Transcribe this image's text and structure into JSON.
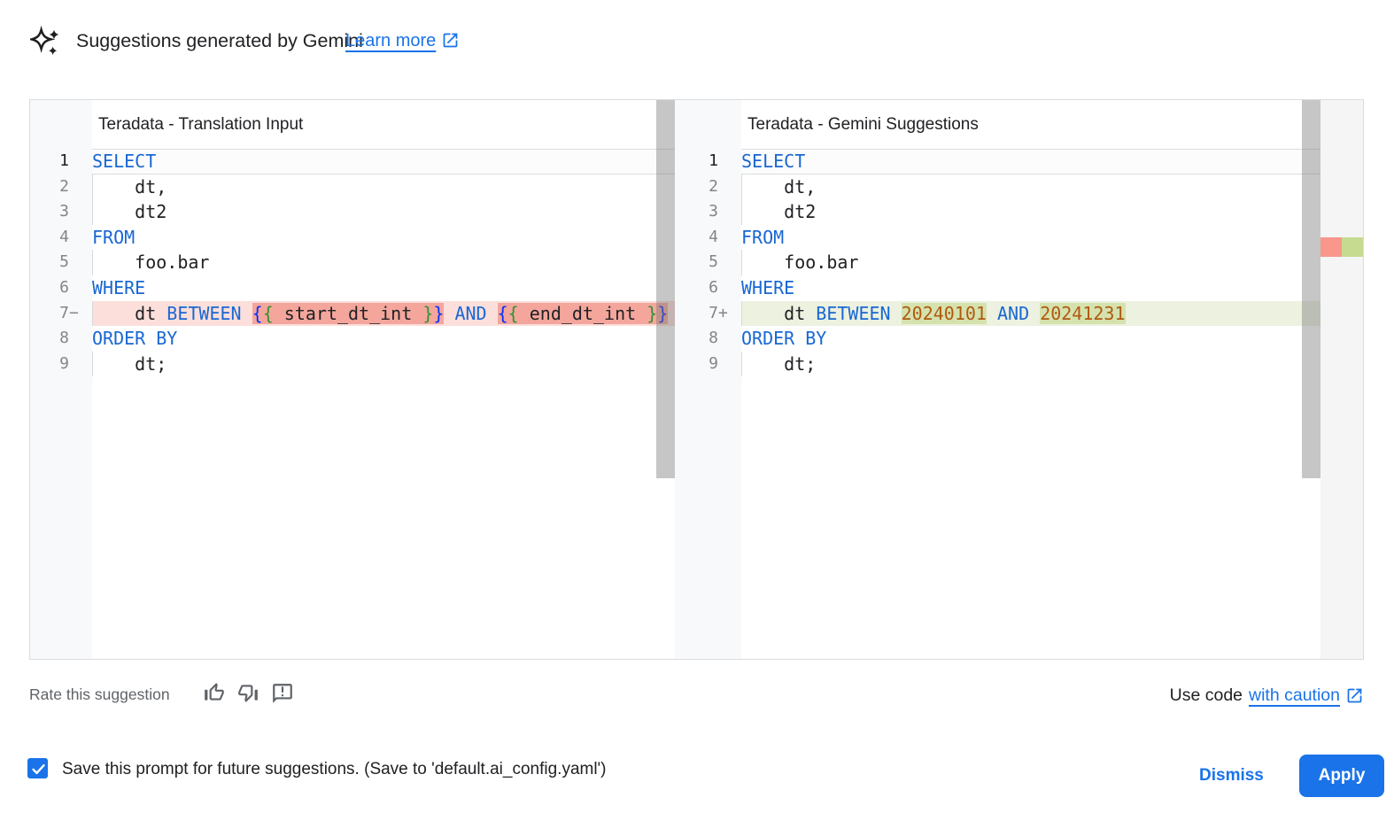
{
  "header": {
    "title": "Suggestions generated by Gemini",
    "learn_more_label": "Learn more"
  },
  "diff": {
    "left": {
      "title": "Teradata - Translation Input",
      "lines": [
        {
          "n": "1",
          "sign": "",
          "kind": "current",
          "tokens": [
            {
              "t": "SELECT",
              "c": "kw"
            }
          ]
        },
        {
          "n": "2",
          "sign": "",
          "indent": true,
          "tokens": [
            {
              "t": "    dt,",
              "c": "tx"
            }
          ]
        },
        {
          "n": "3",
          "sign": "",
          "indent": true,
          "tokens": [
            {
              "t": "    dt2",
              "c": "tx"
            }
          ]
        },
        {
          "n": "4",
          "sign": "",
          "tokens": [
            {
              "t": "FROM",
              "c": "kw"
            }
          ]
        },
        {
          "n": "5",
          "sign": "",
          "indent": true,
          "tokens": [
            {
              "t": "    foo.bar",
              "c": "tx"
            }
          ]
        },
        {
          "n": "6",
          "sign": "",
          "tokens": [
            {
              "t": "WHERE",
              "c": "kw"
            }
          ]
        },
        {
          "n": "7",
          "sign": "−",
          "kind": "removed",
          "indent": true,
          "tokens": [
            {
              "t": "    dt ",
              "c": "tx"
            },
            {
              "t": "BETWEEN",
              "c": "kw"
            },
            {
              "t": " ",
              "c": "tx"
            },
            {
              "t": "{",
              "c": "b1",
              "h": true
            },
            {
              "t": "{",
              "c": "b2",
              "h": true
            },
            {
              "t": " start_dt_int ",
              "c": "tx",
              "h": true
            },
            {
              "t": "}",
              "c": "b2",
              "h": true
            },
            {
              "t": "}",
              "c": "b1",
              "h": true
            },
            {
              "t": " ",
              "c": "tx"
            },
            {
              "t": "AND",
              "c": "kw"
            },
            {
              "t": " ",
              "c": "tx"
            },
            {
              "t": "{",
              "c": "b1",
              "h": true
            },
            {
              "t": "{",
              "c": "b2",
              "h": true
            },
            {
              "t": " end_dt_int ",
              "c": "tx",
              "h": true
            },
            {
              "t": "}",
              "c": "b2",
              "h": true
            },
            {
              "t": "}",
              "c": "b1",
              "h": true
            }
          ]
        },
        {
          "n": "8",
          "sign": "",
          "tokens": [
            {
              "t": "ORDER BY",
              "c": "kw"
            }
          ]
        },
        {
          "n": "9",
          "sign": "",
          "indent": true,
          "tokens": [
            {
              "t": "    dt;",
              "c": "tx"
            }
          ]
        }
      ]
    },
    "right": {
      "title": "Teradata - Gemini Suggestions",
      "lines": [
        {
          "n": "1",
          "sign": "",
          "kind": "current",
          "tokens": [
            {
              "t": "SELECT",
              "c": "kw"
            }
          ]
        },
        {
          "n": "2",
          "sign": "",
          "indent": true,
          "tokens": [
            {
              "t": "    dt,",
              "c": "tx"
            }
          ]
        },
        {
          "n": "3",
          "sign": "",
          "indent": true,
          "tokens": [
            {
              "t": "    dt2",
              "c": "tx"
            }
          ]
        },
        {
          "n": "4",
          "sign": "",
          "tokens": [
            {
              "t": "FROM",
              "c": "kw"
            }
          ]
        },
        {
          "n": "5",
          "sign": "",
          "indent": true,
          "tokens": [
            {
              "t": "    foo.bar",
              "c": "tx"
            }
          ]
        },
        {
          "n": "6",
          "sign": "",
          "tokens": [
            {
              "t": "WHERE",
              "c": "kw"
            }
          ]
        },
        {
          "n": "7",
          "sign": "+",
          "kind": "added",
          "indent": true,
          "tokens": [
            {
              "t": "    dt ",
              "c": "tx"
            },
            {
              "t": "BETWEEN",
              "c": "kw"
            },
            {
              "t": " ",
              "c": "tx"
            },
            {
              "t": "20240101",
              "c": "nm",
              "h": true
            },
            {
              "t": " ",
              "c": "tx"
            },
            {
              "t": "AND",
              "c": "kw"
            },
            {
              "t": " ",
              "c": "tx"
            },
            {
              "t": "20241231",
              "c": "nm",
              "h": true
            }
          ]
        },
        {
          "n": "8",
          "sign": "",
          "tokens": [
            {
              "t": "ORDER BY",
              "c": "kw"
            }
          ]
        },
        {
          "n": "9",
          "sign": "",
          "indent": true,
          "tokens": [
            {
              "t": "    dt;",
              "c": "tx"
            }
          ]
        }
      ]
    }
  },
  "footer": {
    "rate_label": "Rate this suggestion",
    "use_code_prefix": "Use code",
    "use_code_link_label": "with caution",
    "save_label": "Save this prompt for future suggestions. (Save to 'default.ai_config.yaml')",
    "save_checked": true,
    "dismiss_label": "Dismiss",
    "apply_label": "Apply"
  },
  "icons": [
    "gemini-spark-icon",
    "open-in-new-icon",
    "thumb-up-icon",
    "thumb-down-icon",
    "feedback-icon",
    "checkbox-check-icon"
  ],
  "colors": {
    "accent_blue": "#1a73e8",
    "keyword": "#1967d2",
    "bracket_outer": "#0431fa",
    "bracket_inner": "#319331",
    "number_literal": "#b05910",
    "code_text": "#202124",
    "removed_line_bg": "#fcdfdb",
    "removed_word_bg": "#f4a69c",
    "added_line_bg": "#ecf1e0",
    "added_word_bg": "#d5e2ae",
    "gutter_bg": "#f8f9fa",
    "line_number": "#80868b",
    "marker_removed": "#f9978c",
    "marker_added": "#c6db90",
    "text_gray": "#5f6368",
    "text_dark": "#202124"
  }
}
